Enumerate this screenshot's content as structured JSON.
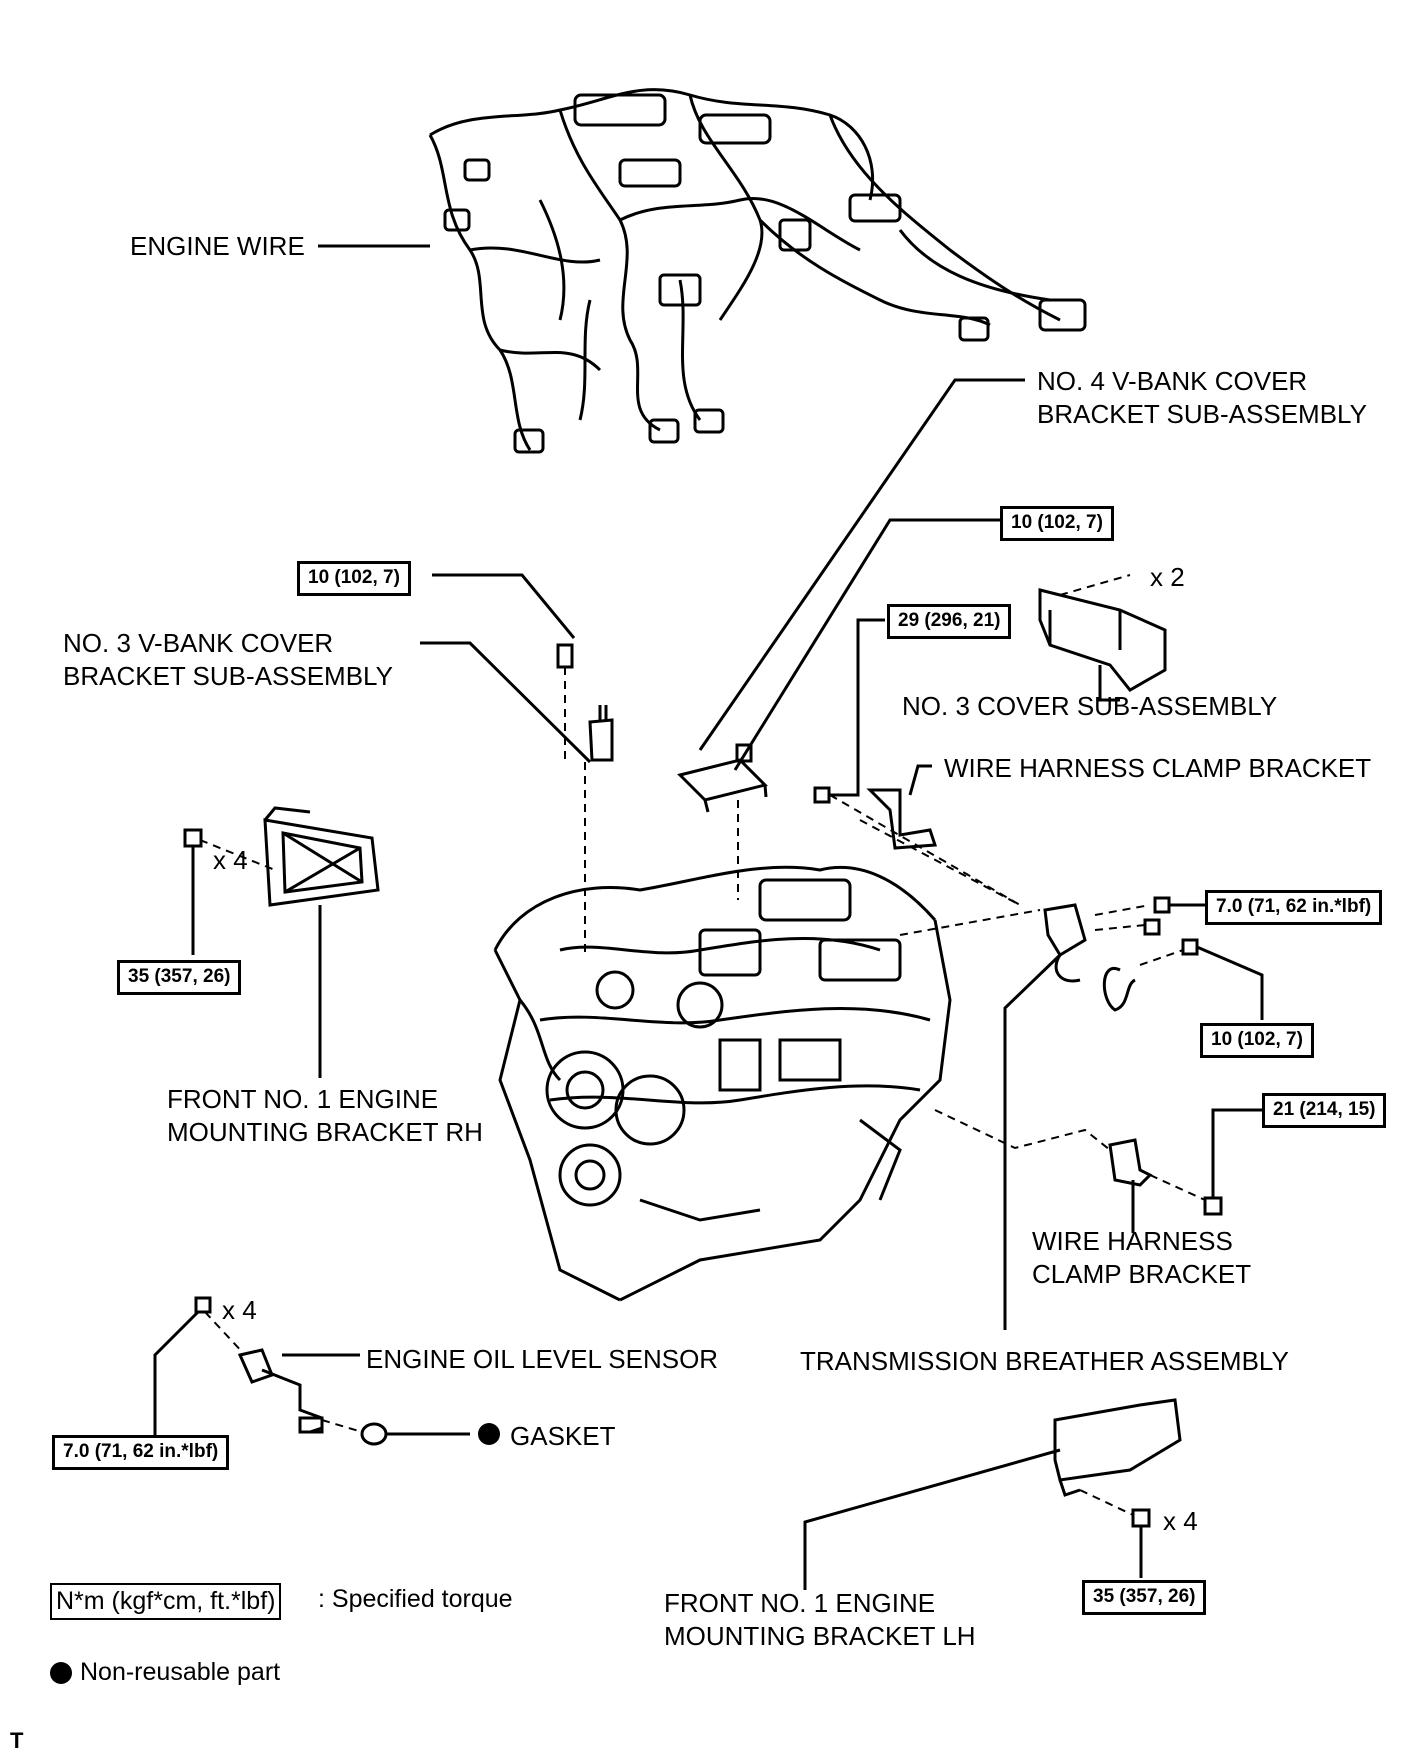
{
  "labels": {
    "engine_wire": "ENGINE WIRE",
    "no4_vbank_line1": "NO. 4 V-BANK COVER",
    "no4_vbank_line2": "BRACKET SUB-ASSEMBLY",
    "no3_vbank_line1": "NO. 3 V-BANK COVER",
    "no3_vbank_line2": "BRACKET SUB-ASSEMBLY",
    "no3_cover": "NO. 3 COVER SUB-ASSEMBLY",
    "wire_harness_upper": "WIRE HARNESS CLAMP BRACKET",
    "front_rh_line1": "FRONT NO. 1 ENGINE",
    "front_rh_line2": "MOUNTING BRACKET RH",
    "wire_harness_lower_line1": "WIRE HARNESS",
    "wire_harness_lower_line2": "CLAMP BRACKET",
    "engine_oil_level_sensor": "ENGINE OIL LEVEL SENSOR",
    "transmission_breather": "TRANSMISSION BREATHER ASSEMBLY",
    "gasket": "GASKET",
    "front_lh_line1": "FRONT NO. 1 ENGINE",
    "front_lh_line2": "MOUNTING BRACKET LH"
  },
  "torques": {
    "no3_vbank_bolt": "10 (102, 7)",
    "no4_vbank_bolt": "10 (102, 7)",
    "no3_cover_bolt": "29 (296, 21)",
    "front_rh_bolts": "35 (357, 26)",
    "breather_bolts": "7.0 (71, 62 in.*lbf)",
    "breather_clamp_bolt": "10 (102, 7)",
    "wire_harness_lower_bolt": "21 (214, 15)",
    "oil_sensor_bolts": "7.0 (71, 62 in.*lbf)",
    "front_lh_bolts": "35 (357, 26)"
  },
  "multipliers": {
    "no3_cover": "x 2",
    "front_rh": "x 4",
    "oil_sensor": "x 4",
    "front_lh": "x 4"
  },
  "legend": {
    "torque_box": "N*m (kgf*cm, ft.*lbf)",
    "torque_text": ": Specified torque",
    "non_reusable": "Non-reusable part",
    "corner_mark": "T"
  }
}
